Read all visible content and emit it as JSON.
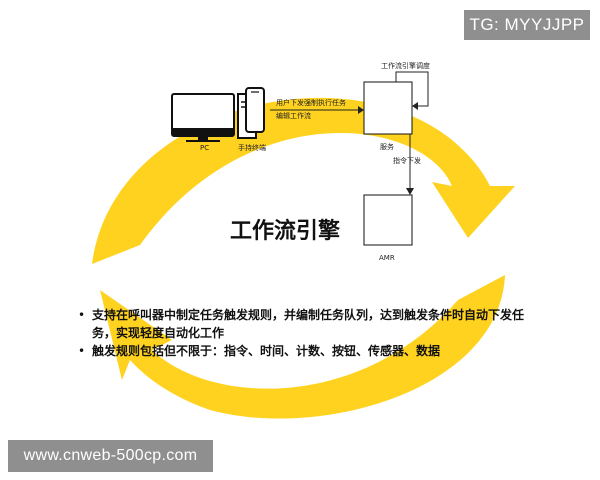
{
  "watermarks": {
    "top_right": "TG: MYYJJPP",
    "bottom_left": "www.cnweb-500cp.com"
  },
  "diagram": {
    "title": "工作流引擎",
    "nodes": {
      "pc": "PC",
      "handheld": "手持终端",
      "service": "服务",
      "amr": "AMR"
    },
    "edges": {
      "user_dispatch_line1": "用户下发强制执行任务",
      "user_dispatch_line2": "编辑工作流",
      "engine_schedule": "工作流引擎调度",
      "command_dispatch": "指令下发"
    },
    "bullets": [
      "支持在呼叫器中制定任务触发规则，并编制任务队列，达到触发条件时自动下发任务，实现轻度自动化工作",
      "触发规则包括但不限于：指令、时间、计数、按钮、传感器、数据"
    ],
    "bullet_glyph": "•"
  },
  "colors": {
    "cycle_arrow": "#FFD21F",
    "background": "#FFFFFF",
    "watermark_bg": "#8F8F8F"
  }
}
